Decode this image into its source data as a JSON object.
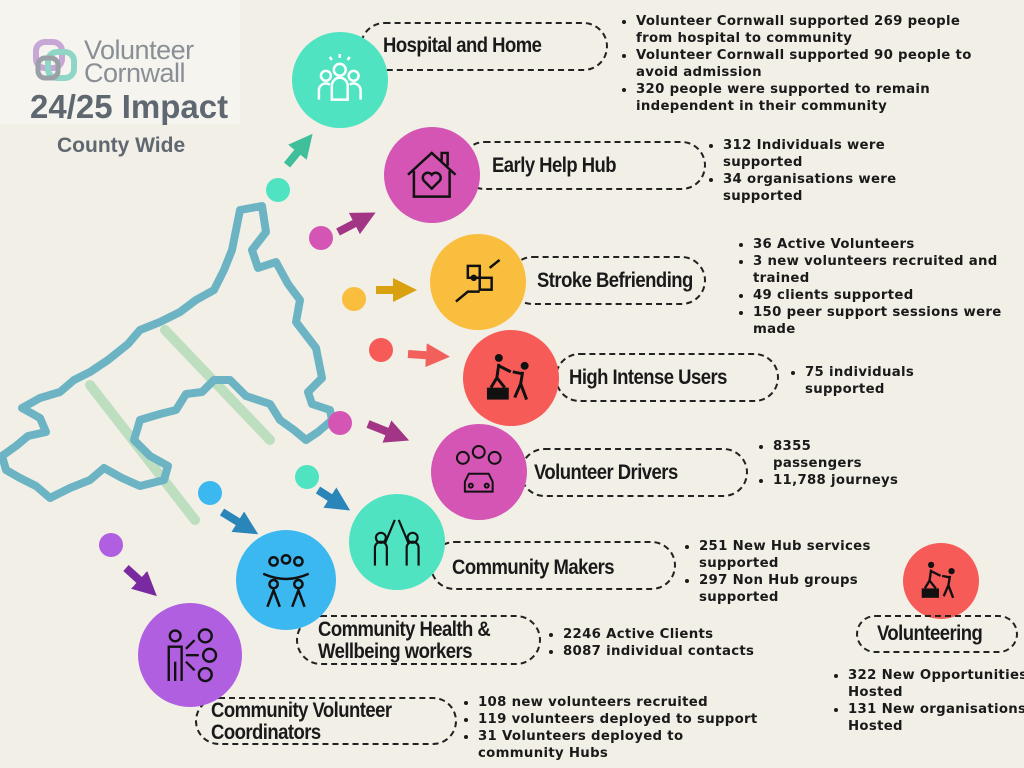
{
  "header": {
    "logo_line1": "Volunteer",
    "logo_line2": "Cornwall",
    "title": "24/25 Impact",
    "subtitle": "County Wide"
  },
  "colors": {
    "background": "#f2efe7",
    "teal": "#4fe3c1",
    "magenta": "#d455b4",
    "yellow": "#f9be3e",
    "red": "#f75b57",
    "blue": "#3cb8f0",
    "purple": "#b05fe0",
    "map_outline": "#6cb4c4"
  },
  "services": [
    {
      "title": "Hospital and Home",
      "icon": "people-group-icon",
      "bullets": [
        "Volunteer Cornwall supported 269 people from hospital to community",
        "Volunteer Cornwall supported 90 people to avoid admission",
        "320 people were supported to remain independent  in their community"
      ]
    },
    {
      "title": "Early Help Hub",
      "icon": "house-heart-icon",
      "bullets": [
        "312 Individuals were supported",
        "34 organisations were supported"
      ]
    },
    {
      "title": "Stroke Befriending",
      "icon": "puzzle-hands-icon",
      "bullets": [
        "36 Active Volunteers",
        "3 new volunteers recruited and trained",
        "49 clients supported",
        "150 peer support sessions were made"
      ]
    },
    {
      "title": "High Intense Users",
      "icon": "helping-climb-icon",
      "bullets": [
        "75 individuals supported"
      ]
    },
    {
      "title": "Volunteer Drivers",
      "icon": "car-passengers-icon",
      "bullets": [
        "8355 passengers",
        "11,788 journeys"
      ]
    },
    {
      "title": "Community Makers",
      "icon": "high-five-icon",
      "bullets": [
        "251 New Hub services supported",
        "297 Non Hub groups supported"
      ]
    },
    {
      "title": "Community Health & Wellbeing workers",
      "icon": "group-hug-icon",
      "bullets": [
        "2246 Active Clients",
        "8087 individual contacts"
      ]
    },
    {
      "title": "Community Volunteer Coordinators",
      "icon": "person-options-icon",
      "bullets": [
        "108 new volunteers recruited",
        "119 volunteers deployed to support",
        "31 Volunteers deployed to community Hubs"
      ]
    },
    {
      "title": "Volunteering",
      "icon": "helping-climb-icon",
      "bullets": [
        "322 New Opportunities Hosted",
        "131 New organisations Hosted"
      ]
    }
  ]
}
